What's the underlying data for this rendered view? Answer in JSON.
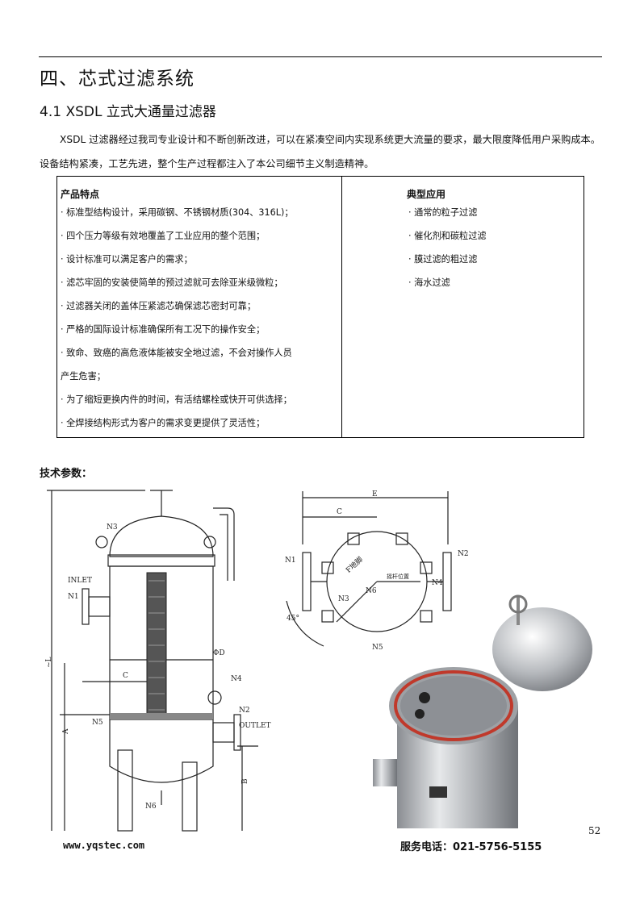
{
  "heading": "四、芯式过滤系统",
  "subheading": "4.1 XSDL 立式大通量过滤器",
  "intro": "XSDL 过滤器经过我司专业设计和不断创新改进，可以在紧凑空间内实现系统更大流量的要求，最大限度降低用户采购成本。设备结构紧凑，工艺先进，整个生产过程都注入了本公司细节主义制造精神。",
  "features": {
    "title": "产品特点",
    "items": [
      "· 标准型结构设计，采用碳钢、不锈钢材质(304、316L)；",
      "·  四个压力等级有效地覆盖了工业应用的整个范围；",
      "· 设计标准可以满足客户的需求；",
      "· 滤芯牢固的安装使简单的预过滤就可去除亚米级微粒；",
      "· 过滤器关闭的盖体压紧滤芯确保滤芯密封可靠；",
      "· 严格的国际设计标准确保所有工况下的操作安全；",
      "· 致命、致癌的高危液体能被安全地过滤，不会对操作人员",
      "产生危害；",
      "· 为了缩短更换内件的时间，有活结螺栓或快开可供选择；",
      "· 全焊接结构形式为客户的需求变更提供了灵活性；"
    ]
  },
  "applications": {
    "title": "典型应用",
    "items": [
      "· 通常的粒子过滤",
      "· 催化剂和碳粒过滤",
      "· 膜过滤的粗过滤",
      "· 海水过滤"
    ]
  },
  "tech_title": "技术参数：",
  "drawing_side": {
    "inlet": "INLET",
    "n1": "N1",
    "n2": "N2",
    "n3": "N3",
    "n4": "N4",
    "n5": "N5",
    "n6": "N6",
    "outlet": "OUTLET",
    "phi_d": "ΦD",
    "c": "C",
    "l": "~L",
    "a": "A",
    "b": "B"
  },
  "drawing_top": {
    "e": "E",
    "c": "C",
    "n1": "N1",
    "n2": "N2",
    "n3": "N3",
    "n4": "N4",
    "n5": "N5",
    "n6": "N6",
    "f": "F地脚",
    "handle": "摇杆位置",
    "angle": "45°"
  },
  "page_number": "52",
  "website": "www.yqstec.com",
  "phone": "服务电话：021-5756-5155"
}
